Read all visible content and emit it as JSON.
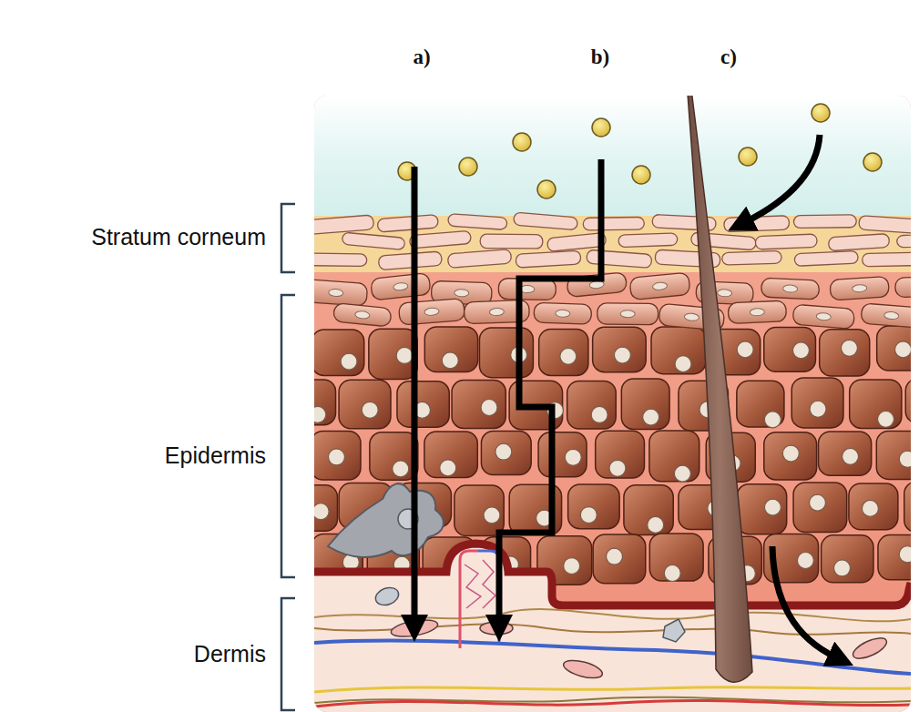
{
  "diagram": {
    "labels": [
      "a)",
      "b)",
      "c)",
      "Stratum corneum",
      "Epidermis",
      "Dermis"
    ]
  }
}
